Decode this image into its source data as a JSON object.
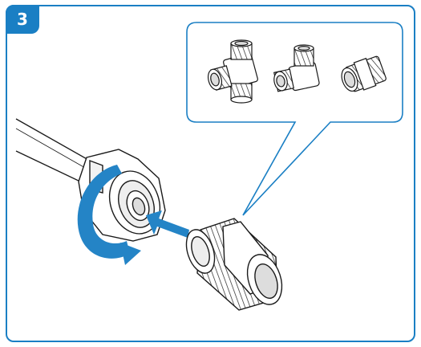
{
  "step": {
    "number": "3"
  },
  "colors": {
    "accent": "#1a7fc4",
    "arrow": "#2484c6",
    "line": "#1a1a1a"
  },
  "icons": {
    "rotate": "curved-rotate-arrow-icon",
    "insert": "straight-insert-arrow-icon"
  },
  "callout": {
    "parts": [
      "t-fitting",
      "elbow-fitting",
      "straight-nipple-fitting"
    ]
  }
}
